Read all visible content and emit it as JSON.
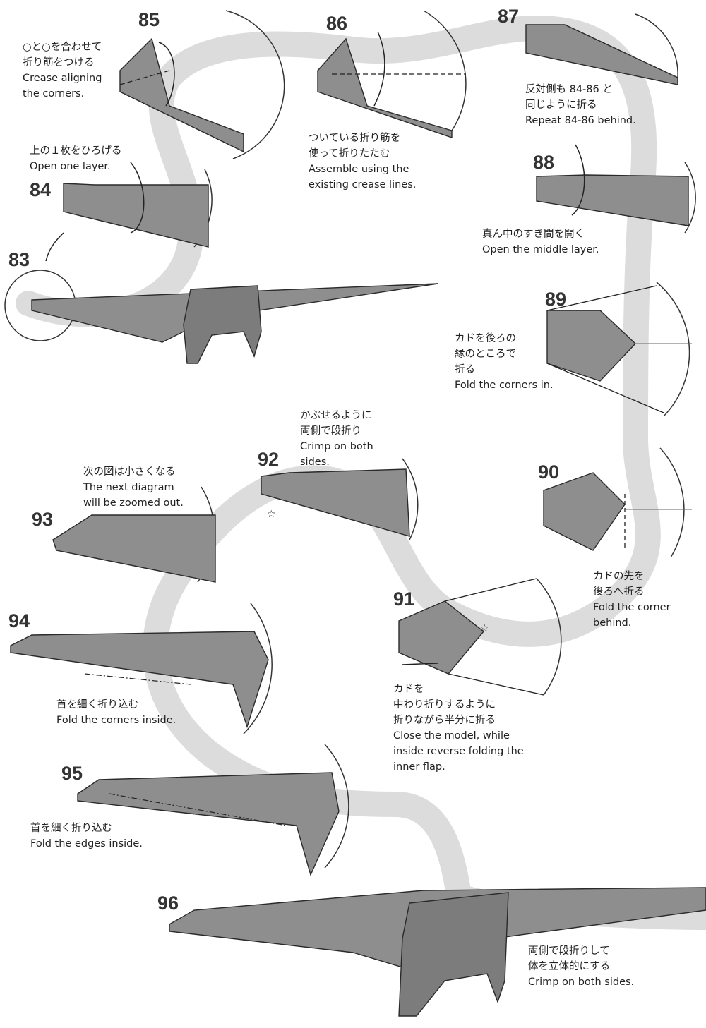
{
  "steps": [
    {
      "number": "83",
      "ja": [],
      "en": []
    },
    {
      "number": "84",
      "ja": [
        "上の１枚をひろげる"
      ],
      "en": [
        "Open one layer."
      ]
    },
    {
      "number": "85",
      "ja": [
        "○と○を合わせて",
        "折り筋をつける"
      ],
      "en": [
        "Crease aligning",
        "the corners."
      ]
    },
    {
      "number": "86",
      "ja": [
        "ついている折り筋を",
        "使って折りたたむ"
      ],
      "en": [
        "Assemble using the",
        "existing crease lines."
      ]
    },
    {
      "number": "87",
      "ja": [
        "反対側も 84-86 と",
        "同じように折る"
      ],
      "en": [
        "Repeat 84-86 behind."
      ]
    },
    {
      "number": "88",
      "ja": [
        "真ん中のすき間を開く"
      ],
      "en": [
        "Open the middle layer."
      ]
    },
    {
      "number": "89",
      "ja": [
        "カドを後ろの",
        "縁のところで",
        "折る"
      ],
      "en": [
        "Fold the corners in."
      ]
    },
    {
      "number": "90",
      "ja": [
        "カドの先を",
        "後ろへ折る"
      ],
      "en": [
        "Fold the corner",
        "behind."
      ]
    },
    {
      "number": "91",
      "ja": [
        "カドを",
        "中わり折りするように",
        "折りながら半分に折る"
      ],
      "en": [
        "Close the model, while",
        "inside reverse folding the",
        "inner flap."
      ]
    },
    {
      "number": "92",
      "ja": [
        "かぶせるように",
        "両側で段折り"
      ],
      "en": [
        "Crimp on both",
        "sides."
      ]
    },
    {
      "number": "93",
      "ja": [
        "次の図は小さくなる"
      ],
      "en": [
        "The next diagram",
        "will be zoomed out."
      ]
    },
    {
      "number": "94",
      "ja": [
        "首を細く折り込む"
      ],
      "en": [
        "Fold the corners inside."
      ]
    },
    {
      "number": "95",
      "ja": [
        "首を細く折り込む"
      ],
      "en": [
        "Fold the edges inside."
      ]
    },
    {
      "number": "96",
      "ja": [
        "両側で段折りして",
        "体を立体的にする"
      ],
      "en": [
        "Crimp on both sides."
      ]
    }
  ],
  "colors": {
    "paper": "#8e8e8e",
    "paper_dark": "#6f6f6f",
    "flow_band": "#dcdcdc",
    "line": "#2a2a2a",
    "text": "#222222"
  }
}
